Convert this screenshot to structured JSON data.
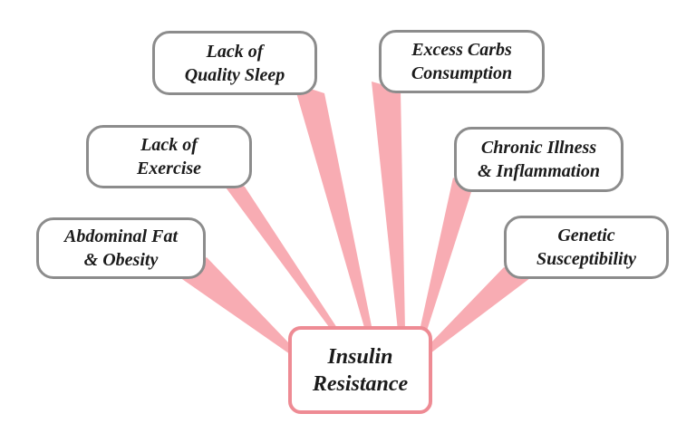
{
  "diagram": {
    "type": "cause-effect-diagram",
    "center": {
      "line1": "Insulin",
      "line2": "Resistance"
    },
    "factors": [
      {
        "name": "lack-of-quality-sleep",
        "line1": "Lack of",
        "line2": "Quality Sleep"
      },
      {
        "name": "excess-carbs-consumption",
        "line1": "Excess Carbs",
        "line2": "Consumption"
      },
      {
        "name": "lack-of-exercise",
        "line1": "Lack of",
        "line2": "Exercise"
      },
      {
        "name": "chronic-illness-inflammation",
        "line1": "Chronic Illness",
        "line2": "& Inflammation"
      },
      {
        "name": "abdominal-fat-obesity",
        "line1": "Abdominal Fat",
        "line2": "& Obesity"
      },
      {
        "name": "genetic-susceptibility",
        "line1": "Genetic",
        "line2": "Susceptibility"
      }
    ],
    "colors": {
      "background": "#ffffff",
      "connector_pink": "#f8acb3",
      "factor_border_gray": "#8c8c8c",
      "center_border_pink": "#ee8b94",
      "text": "#1b1b1b"
    }
  }
}
